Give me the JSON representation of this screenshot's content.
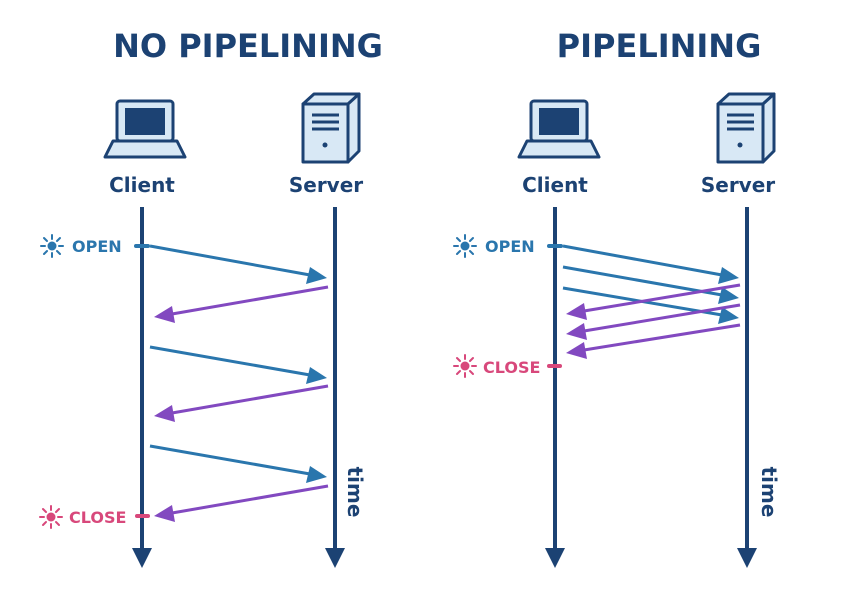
{
  "colors": {
    "navy": "#1c4273",
    "request": "#2a76ad",
    "response": "#8249c0",
    "open": "#2a76ad",
    "close": "#d8487b",
    "device_fill": "#d8e8f5"
  },
  "panels": [
    {
      "title": "NO PIPELINING",
      "client_label": "Client",
      "server_label": "Server",
      "open_label": "OPEN",
      "close_label": "CLOSE",
      "time_label": "time",
      "icons": [
        "laptop-icon",
        "server-icon",
        "sun-icon"
      ]
    },
    {
      "title": "PIPELINING",
      "client_label": "Client",
      "server_label": "Server",
      "open_label": "OPEN",
      "close_label": "CLOSE",
      "time_label": "time",
      "icons": [
        "laptop-icon",
        "server-icon",
        "sun-icon"
      ]
    }
  ]
}
